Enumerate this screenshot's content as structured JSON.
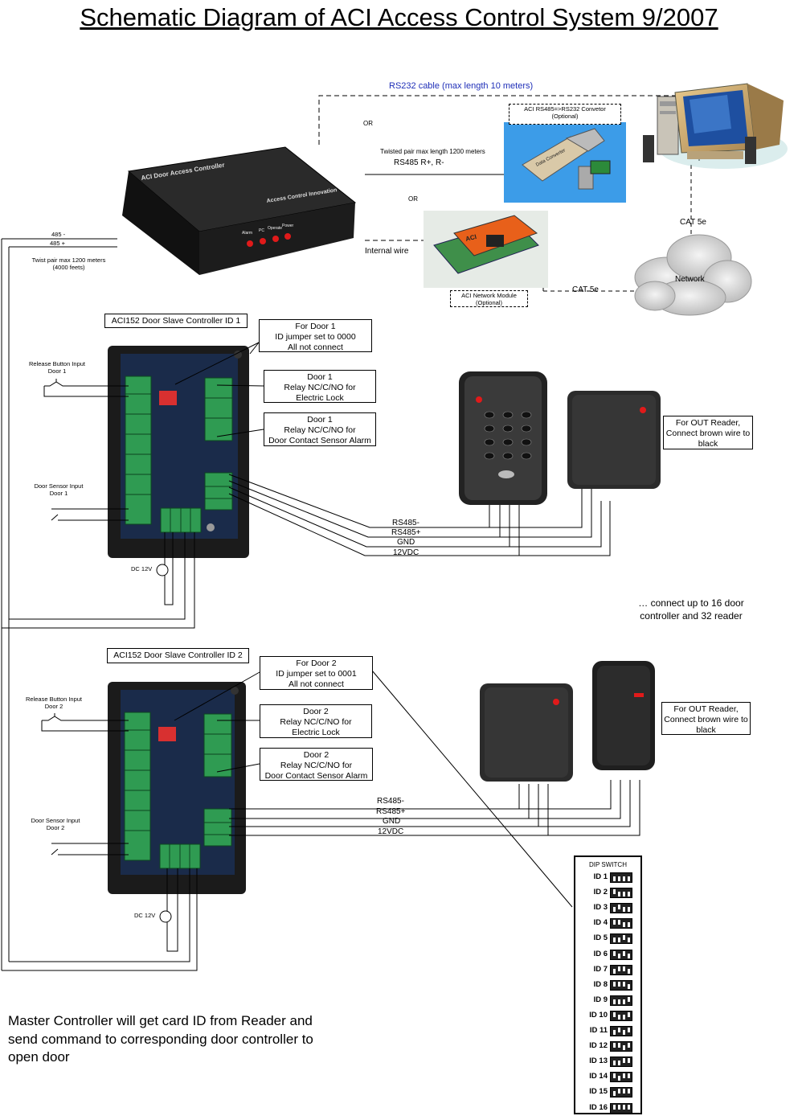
{
  "title": "Schematic Diagram of ACI Access Control System 9/2007",
  "top": {
    "rs232_cable": "RS232 cable (max length 10 meters)",
    "or_1": "OR",
    "or_2": "OR",
    "twisted_pair_note": "Twisted pair max length 1200 meters",
    "rs485_rplus": "RS485 R+, R-",
    "internal_wire": "Internal wire",
    "cat5e_1": "CAT 5e",
    "cat5e_2": "CAT 5e",
    "network": "Network",
    "converter_box": [
      "ACI RS485=>RS232 Convetor",
      "(Optional)"
    ],
    "network_module_box": [
      "ACI Network Module",
      "(Optional)"
    ],
    "converter_label": "Data Converter",
    "module_label": "ACI"
  },
  "master": {
    "device_text": "ACI Door Access Controller",
    "brand_text": "Access Control Innovation",
    "led_labels": [
      "Alarm",
      "PC",
      "Operate",
      "Power"
    ]
  },
  "bus": {
    "minus": "485 -",
    "plus": "485 +",
    "twist_note": [
      "Twist pair max 1200 meters",
      "(4000 feets)"
    ]
  },
  "slave1": {
    "title": "ACI152 Door Slave Controller ID 1",
    "jumper_box": [
      "For Door 1",
      "ID jumper set to 0000",
      "All not connect"
    ],
    "lock_box": [
      "Door 1",
      "Relay NC/C/NO for",
      "Electric Lock"
    ],
    "sensor_box": [
      "Door 1",
      "Relay NC/C/NO for",
      "Door Contact Sensor Alarm"
    ],
    "release_label": [
      "Release Button Input",
      "Door 1"
    ],
    "sensor_label": [
      "Door Sensor Input",
      "Door 1"
    ],
    "dc": "DC 12V",
    "wires": [
      "RS485-",
      "RS485+",
      "GND",
      "12VDC"
    ],
    "out_reader_box": [
      "For OUT Reader,",
      "Connect brown wire to",
      "black"
    ]
  },
  "slave2": {
    "title": "ACI152 Door Slave Controller ID 2",
    "jumper_box": [
      "For Door 2",
      "ID jumper set to 0001",
      "All not connect"
    ],
    "lock_box": [
      "Door 2",
      "Relay NC/C/NO for",
      "Electric Lock"
    ],
    "sensor_box": [
      "Door 2",
      "Relay NC/C/NO for",
      "Door Contact Sensor Alarm"
    ],
    "release_label": [
      "Release Button Input",
      "Door 2"
    ],
    "sensor_label": [
      "Door Sensor Input",
      "Door 2"
    ],
    "dc": "DC 12V",
    "wires": [
      "RS485-",
      "RS485+",
      "GND",
      "12VDC"
    ],
    "out_reader_box": [
      "For OUT Reader,",
      "Connect brown wire to",
      "black"
    ]
  },
  "connect_note": [
    "… connect up to  16 door",
    "controller and 32 reader"
  ],
  "dip": {
    "header": "DIP SWITCH",
    "ids": [
      "ID 1",
      "ID 2",
      "ID 3",
      "ID 4",
      "ID 5",
      "ID 6",
      "ID 7",
      "ID 8",
      "ID 9",
      "ID 10",
      "ID 11",
      "ID 12",
      "ID 13",
      "ID 14",
      "ID 15",
      "ID 16"
    ]
  },
  "bottom_note": "Master Controller will get card ID from Reader and send command to corresponding door controller to open door",
  "colors": {
    "rs232_text": "#1f2fb8",
    "converter_bg": "#2a8fe0",
    "board": "#1a2b4a",
    "terminal": "#2f9b52"
  }
}
